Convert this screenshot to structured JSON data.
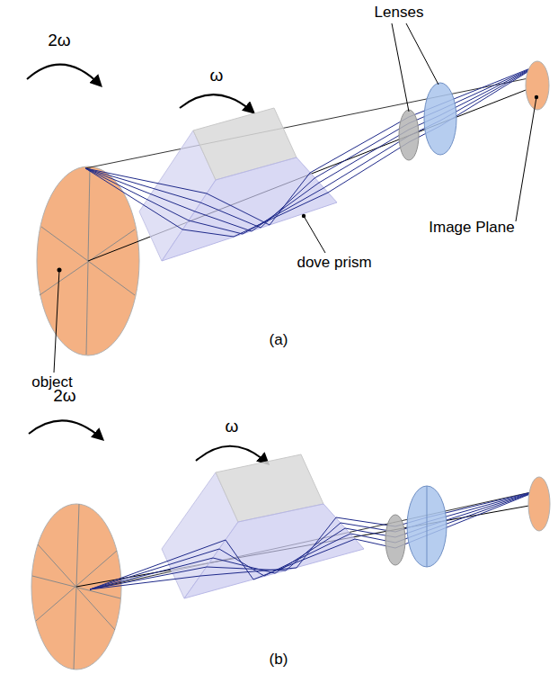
{
  "diagram": {
    "labels": [
      "Lenses",
      "2ω",
      "ω",
      "Image Plane",
      "dove prism",
      "object",
      "(a)",
      "2ω",
      "ω",
      "(b)"
    ]
  }
}
